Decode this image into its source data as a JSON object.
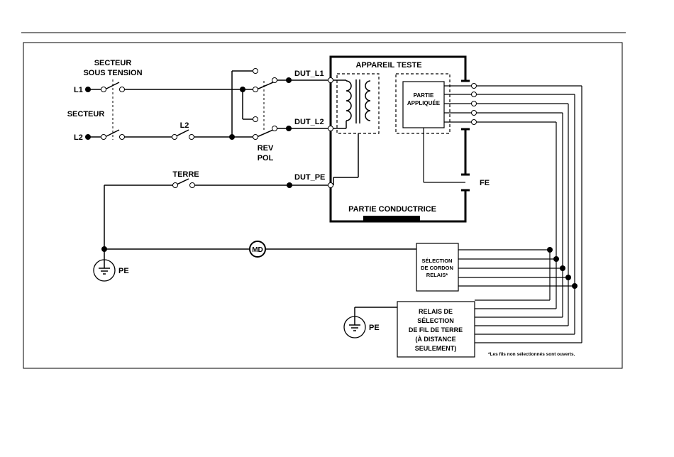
{
  "labels": {
    "secteur_sous_tension_1": "SECTEUR",
    "secteur_sous_tension_2": "SOUS TENSION",
    "secteur": "SECTEUR",
    "l1": "L1",
    "l2_left": "L2",
    "l2_switch": "L2",
    "rev": "REV",
    "pol": "POL",
    "dut_l1": "DUT_L1",
    "dut_l2": "DUT_L2",
    "dut_pe": "DUT_PE",
    "terre": "TERRE",
    "appareil_teste": "APPAREIL TESTE",
    "partie_1": "PARTIE",
    "partie_2": "APPLIQUÉE",
    "fe": "FE",
    "partie_conductrice": "PARTIE CONDUCTRICE",
    "md": "MD",
    "pe_left": "PE",
    "pe_bottom": "PE",
    "selection_1": "SÉLECTION",
    "selection_2": "DE CORDON",
    "selection_3": "RELAIS*",
    "relais_1": "RELAIS DE",
    "relais_2": "SÉLECTION",
    "relais_3": "DE FIL DE TERRE",
    "relais_4": "(À DISTANCE",
    "relais_5": "SEULEMENT)",
    "footnote": "*Les fils non sélectionnés sont ouverts."
  }
}
